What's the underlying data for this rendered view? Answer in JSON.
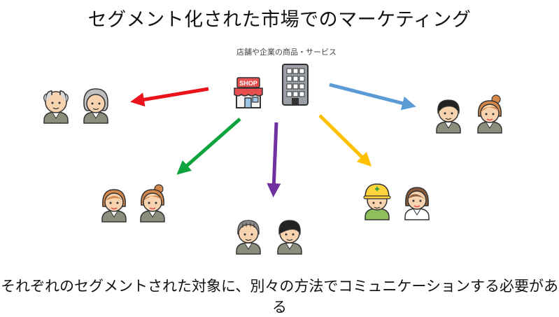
{
  "title": "セグメント化された市場でのマーケティング",
  "source_label": "店舗や企業の商品・サービス",
  "shop_sign": "SHOP",
  "caption": "それぞれのセグメントされた対象に、別々の方法でコミュニケーションする必要がある",
  "icons": {
    "shop": "shop-icon",
    "company": "office-building-icon",
    "segments": [
      {
        "name": "segment-seniors",
        "arrow_color": "#e8131b",
        "people": [
          "elderly-man-icon",
          "elderly-woman-icon"
        ]
      },
      {
        "name": "segment-young-couple",
        "arrow_color": "#5b9bd5",
        "people": [
          "young-man-icon",
          "young-woman-icon"
        ]
      },
      {
        "name": "segment-women",
        "arrow_color": "#0fa33e",
        "people": [
          "woman-icon",
          "woman-icon"
        ]
      },
      {
        "name": "segment-men",
        "arrow_color": "#7030a0",
        "people": [
          "middle-aged-man-icon",
          "businessman-icon"
        ]
      },
      {
        "name": "segment-workers",
        "arrow_color": "#ffc000",
        "people": [
          "construction-worker-icon",
          "office-woman-icon"
        ]
      }
    ]
  }
}
